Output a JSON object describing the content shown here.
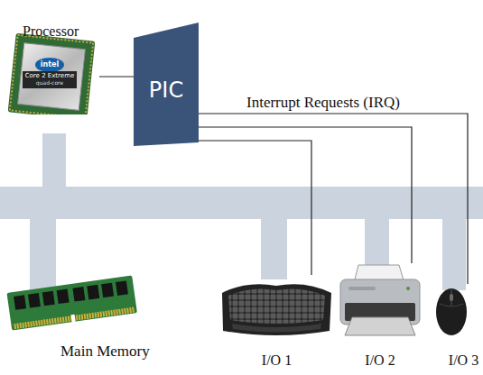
{
  "diagram": {
    "nodes": [
      {
        "text": [
          "Processor"
        ]
      },
      {
        "text": [
          "PIC"
        ]
      },
      {
        "text": [
          "Main Memory"
        ]
      },
      {
        "text": [
          "I/O 1"
        ]
      },
      {
        "text": [
          "I/O 2"
        ]
      },
      {
        "text": [
          "I/O 3"
        ]
      }
    ],
    "edges": [
      {
        "from": 0,
        "to": 1,
        "arrow": "none"
      },
      {
        "from": 1,
        "to": 3,
        "arrow": "none"
      },
      {
        "from": 1,
        "to": 4,
        "arrow": "none"
      },
      {
        "from": 1,
        "to": 5,
        "arrow": "none",
        "label": "Interrupt Requests (IRQ)"
      }
    ],
    "labels": [
      "intel",
      "Core 2 Extreme",
      "quad-core"
    ]
  }
}
